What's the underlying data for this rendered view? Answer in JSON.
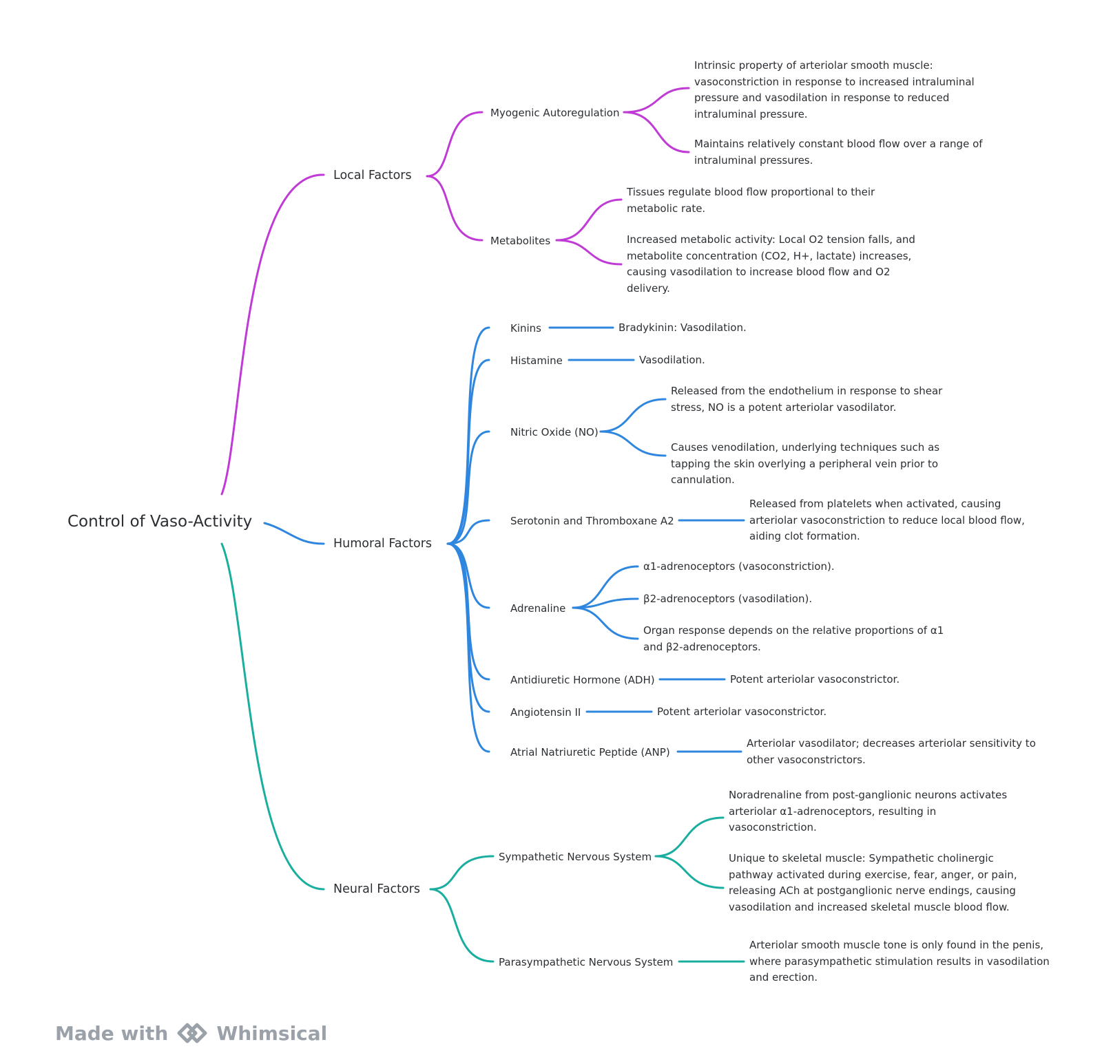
{
  "root": "Control of Vaso-Activity",
  "colors": {
    "local": "#c03ad6",
    "humoral": "#2e86de",
    "neural": "#1aae9f",
    "text": "#2b2f33",
    "brand": "#9aa1a8"
  },
  "local": {
    "label": "Local Factors",
    "myogenic": {
      "label": "Myogenic Autoregulation",
      "details": [
        "Intrinsic property of arteriolar smooth muscle: vasoconstriction in response to increased intraluminal pressure and vasodilation in response to reduced intraluminal pressure.",
        "Maintains relatively constant blood flow over a range of intraluminal pressures."
      ]
    },
    "metabolites": {
      "label": "Metabolites",
      "details": [
        "Tissues regulate blood flow proportional to their metabolic rate.",
        "Increased metabolic activity: Local O2 tension falls, and metabolite concentration (CO2, H+, lactate) increases, causing vasodilation to increase blood flow and O2 delivery."
      ]
    }
  },
  "humoral": {
    "label": "Humoral Factors",
    "kinins": {
      "label": "Kinins",
      "details": [
        "Bradykinin: Vasodilation."
      ]
    },
    "histamine": {
      "label": "Histamine",
      "details": [
        "Vasodilation."
      ]
    },
    "no": {
      "label": "Nitric Oxide (NO)",
      "details": [
        "Released from the endothelium in response to shear stress, NO is a potent arteriolar vasodilator.",
        "Causes venodilation, underlying techniques such as tapping the skin overlying a peripheral vein prior to cannulation."
      ]
    },
    "serotonin": {
      "label": "Serotonin and Thromboxane A2",
      "details": [
        "Released from platelets when activated, causing arteriolar vasoconstriction to reduce local blood flow, aiding clot formation."
      ]
    },
    "adrenaline": {
      "label": "Adrenaline",
      "details": [
        "α1-adrenoceptors (vasoconstriction).",
        "β2-adrenoceptors (vasodilation).",
        "Organ response depends on the relative proportions of α1 and β2-adrenoceptors."
      ]
    },
    "adh": {
      "label": "Antidiuretic Hormone (ADH)",
      "details": [
        "Potent arteriolar vasoconstrictor."
      ]
    },
    "angiotensin": {
      "label": "Angiotensin II",
      "details": [
        "Potent arteriolar vasoconstrictor."
      ]
    },
    "anp": {
      "label": "Atrial Natriuretic Peptide (ANP)",
      "details": [
        "Arteriolar vasodilator; decreases arteriolar sensitivity to other vasoconstrictors."
      ]
    }
  },
  "neural": {
    "label": "Neural Factors",
    "sympathetic": {
      "label": "Sympathetic Nervous System",
      "details": [
        "Noradrenaline from post-ganglionic neurons activates arteriolar α1-adrenoceptors, resulting in vasoconstriction.",
        "Unique to skeletal muscle: Sympathetic cholinergic pathway activated during exercise, fear, anger, or pain, releasing ACh at postganglionic nerve endings, causing vasodilation and increased skeletal muscle blood flow."
      ]
    },
    "parasympathetic": {
      "label": "Parasympathetic Nervous System",
      "details": [
        "Arteriolar smooth muscle tone is only found in the penis, where parasympathetic stimulation results in vasodilation and erection."
      ]
    }
  },
  "brand": {
    "prefix": "Made with",
    "name": "Whimsical",
    "logo_icon": "whimsical-logo-icon"
  }
}
